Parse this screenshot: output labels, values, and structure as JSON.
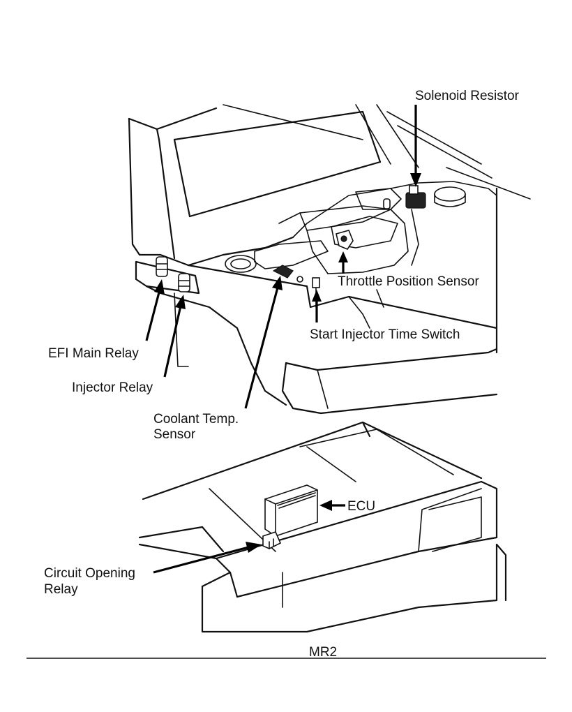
{
  "labels": {
    "solenoid_resistor": "Solenoid Resistor",
    "throttle_position_sensor": "Throttle Position Sensor",
    "start_injector_time_switch": "Start Injector Time Switch",
    "efi_main_relay": "EFI Main Relay",
    "injector_relay": "Injector Relay",
    "coolant_temp_line1": "Coolant Temp.",
    "coolant_temp_line2": "Sensor",
    "ecu": "ECU",
    "circuit_opening_line1": "Circuit Opening",
    "circuit_opening_line2": "Relay"
  },
  "caption": "MR2",
  "colors": {
    "ink": "#111111",
    "background": "#ffffff"
  }
}
